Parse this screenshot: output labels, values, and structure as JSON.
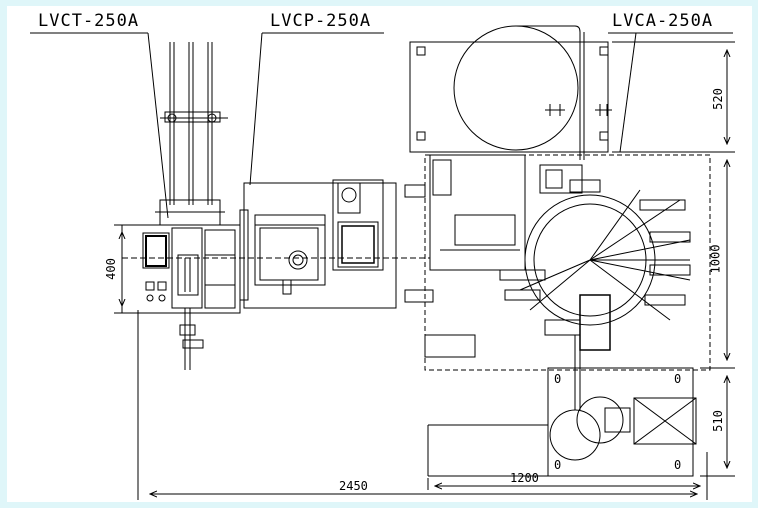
{
  "labels": {
    "lvct": "LVCT-250A",
    "lvcp": "LVCP-250A",
    "lvca": "LVCA-250A"
  },
  "dimensions": {
    "total_width": "2450",
    "base_width": "1200",
    "height_400": "400",
    "top_520": "520",
    "mid_1000": "1000",
    "bottom_510": "510"
  },
  "base_marks": {
    "tl": "0",
    "tr": "0",
    "bl": "0",
    "br": "0"
  },
  "colors": {
    "background": "#dff6f9",
    "paper": "#ffffff",
    "ink": "#000000"
  }
}
